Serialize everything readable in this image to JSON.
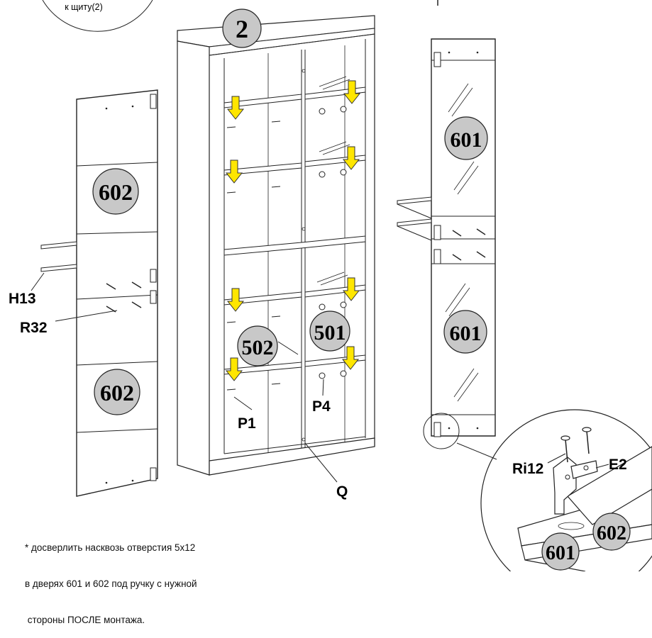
{
  "corner_text": "к щиту(2)",
  "badges": {
    "top": "2",
    "left_door_top": "602",
    "left_door_bottom": "602",
    "right_door_top": "601",
    "right_door_bottom": "601",
    "shelf_left": "502",
    "shelf_right": "501",
    "detail_a": "601",
    "detail_b": "602"
  },
  "parts": {
    "h13": "H13",
    "r32": "R32",
    "p1": "P1",
    "p4": "P4",
    "q": "Q",
    "ri12": "Ri12",
    "e2": "E2"
  },
  "note_lines": [
    "* досверлить насквозь отверстия 5х12",
    "в дверях 601 и 602 под ручку с нужной",
    " стороны ПОСЛЕ монтажа."
  ],
  "colors": {
    "arrow_fill": "#ffe600",
    "badge_fill": "#c8c8c8",
    "line": "#222222"
  }
}
